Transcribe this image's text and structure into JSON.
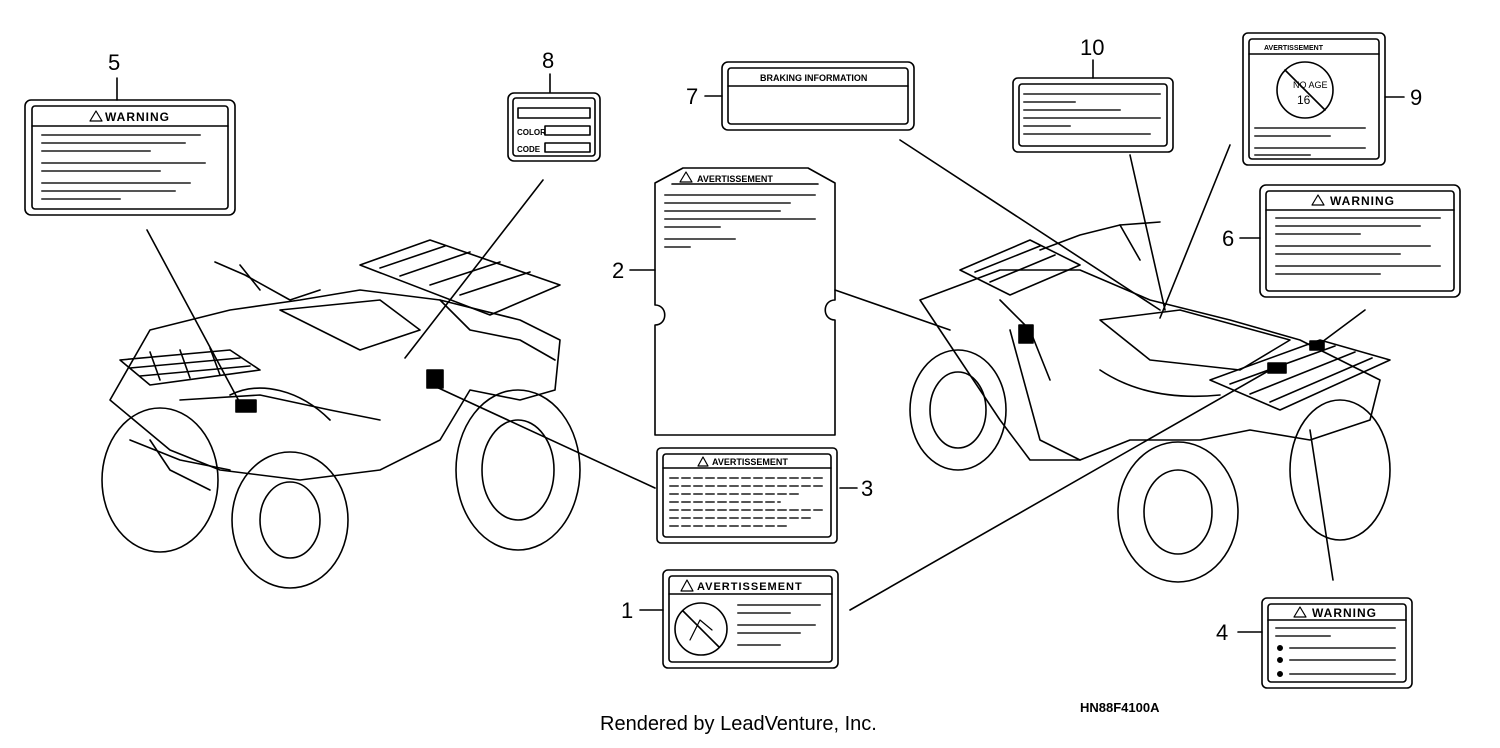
{
  "callouts": {
    "c1": "1",
    "c2": "2",
    "c3": "3",
    "c4": "4",
    "c5": "5",
    "c6": "6",
    "c7": "7",
    "c8": "8",
    "c9": "9",
    "c10": "10"
  },
  "labels": {
    "warning": "WARNING",
    "avertissement": "AVERTISSEMENT",
    "braking_information": "BRAKING INFORMATION",
    "color": "COLOR",
    "code": "CODE"
  },
  "diagram_code": "HN88F4100A",
  "footer": "Rendered by LeadVenture, Inc."
}
